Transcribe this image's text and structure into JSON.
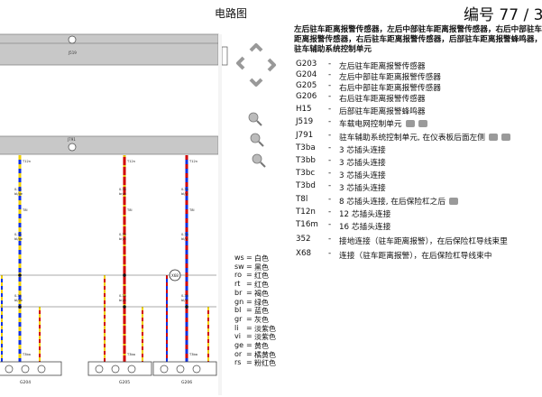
{
  "header": {
    "title": "电路图",
    "page_no": "编号  77 / 3"
  },
  "description": "左后驻车距离报警传感器，左后中部驻车距离报警传感器，右后中部驻车距离报警传感器，右后驻车距离报警传感器，后部驻车距离报警蜂鸣器，驻车辅助系统控制单元",
  "legend": [
    {
      "code": "G203",
      "text": "左后驻车距离报警传感器",
      "cam": 0
    },
    {
      "code": "G204",
      "text": "左后中部驻车距离报警传感器",
      "cam": 0
    },
    {
      "code": "G205",
      "text": "右后中部驻车距离报警传感器",
      "cam": 0
    },
    {
      "code": "G206",
      "text": "右后驻车距离报警传感器",
      "cam": 0
    },
    {
      "code": "H15",
      "text": "后部驻车距离报警蜂鸣器",
      "cam": 0
    },
    {
      "code": "J519",
      "text": "车载电网控制单元",
      "cam": 2
    },
    {
      "code": "J791",
      "text": "驻车辅助系统控制单元, 在仪表板后面左侧",
      "cam": 2
    },
    {
      "code": "T3ba",
      "text": "3 芯插头连接",
      "cam": 0
    },
    {
      "code": "T3bb",
      "text": "3 芯插头连接",
      "cam": 0
    },
    {
      "code": "T3bc",
      "text": "3 芯插头连接",
      "cam": 0
    },
    {
      "code": "T3bd",
      "text": "3 芯插头连接",
      "cam": 0
    },
    {
      "code": "T8l",
      "text": "8 芯插头连接, 在后保险杠之后",
      "cam": 1
    },
    {
      "code": "T12n",
      "text": "12 芯插头连接",
      "cam": 0
    },
    {
      "code": "T16m",
      "text": "16 芯插头连接",
      "cam": 0
    },
    {
      "code": "352",
      "text": "接地连接（驻车距离报警），在后保险杠导线束里",
      "cam": 0
    },
    {
      "code": "X68",
      "text": "连接（驻车距离报警），在后保险杠导线束中",
      "cam": 0
    }
  ],
  "colors": [
    {
      "code": "ws",
      "name": "白色"
    },
    {
      "code": "sw",
      "name": "黑色"
    },
    {
      "code": "ro",
      "name": "红色"
    },
    {
      "code": "rt",
      "name": "红色"
    },
    {
      "code": "br",
      "name": "褐色"
    },
    {
      "code": "gn",
      "name": "绿色"
    },
    {
      "code": "bl",
      "name": "蓝色"
    },
    {
      "code": "gr",
      "name": "灰色"
    },
    {
      "code": "li",
      "name": "淡紫色"
    },
    {
      "code": "vi",
      "name": "淡紫色"
    },
    {
      "code": "ge",
      "name": "黄色"
    },
    {
      "code": "or",
      "name": "橘黄色"
    },
    {
      "code": "rs",
      "name": "粉红色"
    }
  ],
  "diagram": {
    "bus_top_label": "J519",
    "bus_mid_label": "J791",
    "connector_top": "T12n",
    "connector_mid": "T8l",
    "connector_bottom": "T3ba",
    "wire_size": "0.35",
    "wire_color_a": "bl/ge",
    "wire_color_b": "br/rt",
    "wire_color_c": "bl/vi",
    "junction_label": "X68",
    "sensors": [
      "G204",
      "G205",
      "G206"
    ]
  },
  "accent_colors": {
    "bus": "#c8c8c8",
    "bus_border": "#888888",
    "wire_red": "#d00000",
    "wire_blue": "#1030e0",
    "wire_yellow": "#f0d000",
    "icon_gray": "#909090"
  }
}
